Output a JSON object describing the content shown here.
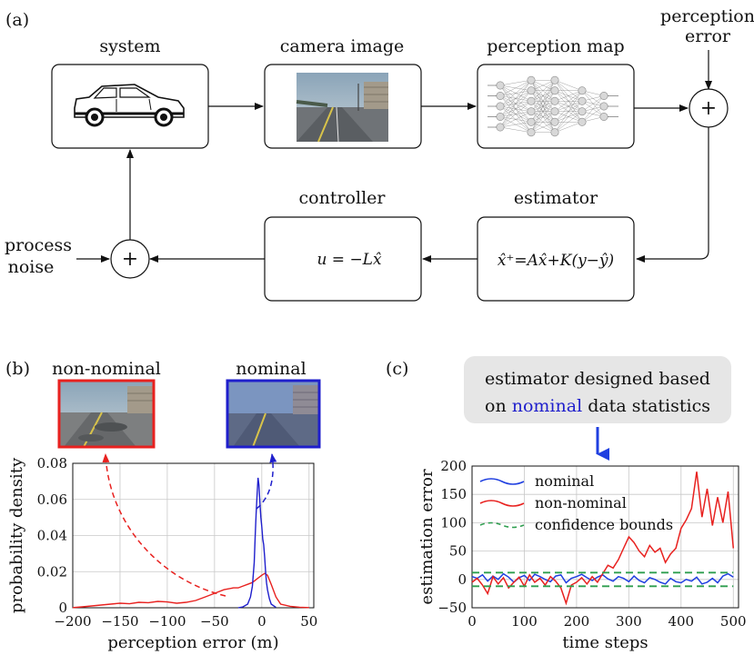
{
  "panel_a": {
    "label": "(a)",
    "system_label": "system",
    "camera_label": "camera image",
    "perception_map_label": "perception map",
    "perception_error_line1": "perception",
    "perception_error_line2": "error",
    "controller_label": "controller",
    "controller_eq": "u = −Lx̂",
    "estimator_label": "estimator",
    "estimator_eq": "x̂⁺=Ax̂+K(y−ŷ)",
    "process_noise_line1": "process",
    "process_noise_line2": "noise",
    "sum_symbol": "+",
    "icons": [
      "car-icon",
      "road-photo-icon",
      "neural-network-icon"
    ]
  },
  "panel_b": {
    "label": "(b)",
    "non_nominal_label": "non-nominal",
    "nominal_label": "nominal",
    "non_nominal_color": "#e8211f",
    "nominal_color": "#1f1fcc"
  },
  "panel_c": {
    "label": "(c)",
    "callout_line1": "estimator designed based",
    "callout_prefix": "on ",
    "callout_highlight": "nominal",
    "callout_suffix": " data statistics",
    "highlight_color": "#1f1fcc"
  },
  "chart_data": [
    {
      "type": "line",
      "xlabel": "perception error (m)",
      "ylabel": "probability density",
      "xlim": [
        -200,
        55
      ],
      "ylim": [
        0,
        0.08
      ],
      "xticks": [
        "−200",
        "−150",
        "−100",
        "−50",
        "0",
        "50"
      ],
      "xtick_values": [
        -200,
        -150,
        -100,
        -50,
        0,
        50
      ],
      "yticks": [
        "0",
        "0.02",
        "0.04",
        "0.06",
        "0.08"
      ],
      "ytick_values": [
        0,
        0.02,
        0.04,
        0.06,
        0.08
      ],
      "grid": true,
      "series": [
        {
          "name": "non-nominal",
          "color": "#e8211f",
          "x": [
            -200,
            -190,
            -180,
            -170,
            -160,
            -150,
            -140,
            -130,
            -120,
            -110,
            -100,
            -90,
            -80,
            -70,
            -60,
            -50,
            -40,
            -30,
            -25,
            -20,
            -15,
            -10,
            -5,
            0,
            3,
            6,
            10,
            15,
            20,
            30,
            40,
            50
          ],
          "y": [
            0.0001,
            0.0005,
            0.001,
            0.0015,
            0.002,
            0.0025,
            0.0022,
            0.003,
            0.0028,
            0.0035,
            0.0032,
            0.0025,
            0.003,
            0.004,
            0.006,
            0.008,
            0.01,
            0.011,
            0.011,
            0.012,
            0.013,
            0.014,
            0.016,
            0.018,
            0.019,
            0.018,
            0.013,
            0.006,
            0.002,
            0.0008,
            0.0003,
            0.0001
          ]
        },
        {
          "name": "nominal",
          "color": "#1f1fcc",
          "x": [
            -25,
            -20,
            -15,
            -12,
            -10,
            -8,
            -7,
            -6,
            -5,
            -4,
            -3,
            -2,
            -1,
            0,
            1,
            2,
            3,
            4,
            5,
            6,
            8,
            10,
            15
          ],
          "y": [
            0,
            0.0005,
            0.002,
            0.006,
            0.012,
            0.025,
            0.04,
            0.052,
            0.062,
            0.072,
            0.068,
            0.058,
            0.05,
            0.045,
            0.038,
            0.035,
            0.028,
            0.02,
            0.014,
            0.01,
            0.005,
            0.002,
            0.0002
          ]
        }
      ]
    },
    {
      "type": "line",
      "xlabel": "time steps",
      "ylabel": "estimation error",
      "xlim": [
        0,
        510
      ],
      "ylim": [
        -50,
        200
      ],
      "xticks": [
        "0",
        "100",
        "200",
        "300",
        "400",
        "500"
      ],
      "xtick_values": [
        0,
        100,
        200,
        300,
        400,
        500
      ],
      "yticks": [
        "−50",
        "0",
        "50",
        "100",
        "150",
        "200"
      ],
      "ytick_values": [
        -50,
        0,
        50,
        100,
        150,
        200
      ],
      "grid": true,
      "legend": "top-left",
      "series": [
        {
          "name": "nominal",
          "color": "#1f3fe0",
          "x": [
            0,
            10,
            20,
            30,
            40,
            50,
            60,
            70,
            80,
            90,
            100,
            110,
            120,
            130,
            140,
            150,
            160,
            170,
            180,
            190,
            200,
            210,
            220,
            230,
            240,
            250,
            260,
            270,
            280,
            290,
            300,
            310,
            320,
            330,
            340,
            350,
            360,
            370,
            380,
            390,
            400,
            410,
            420,
            430,
            440,
            450,
            460,
            470,
            480,
            490,
            500
          ],
          "y": [
            5,
            2,
            8,
            -3,
            6,
            0,
            10,
            4,
            -5,
            3,
            7,
            -2,
            9,
            5,
            0,
            -4,
            6,
            8,
            -6,
            2,
            5,
            9,
            3,
            -2,
            4,
            8,
            1,
            -3,
            5,
            2,
            -4,
            6,
            -2,
            -6,
            3,
            0,
            -5,
            -8,
            2,
            -4,
            -6,
            0,
            -3,
            4,
            -8,
            -5,
            2,
            -6,
            6,
            10,
            4
          ]
        },
        {
          "name": "non-nominal",
          "color": "#e8211f",
          "x": [
            0,
            10,
            20,
            30,
            40,
            50,
            60,
            70,
            80,
            90,
            100,
            110,
            120,
            130,
            140,
            150,
            160,
            170,
            180,
            190,
            200,
            210,
            220,
            230,
            240,
            250,
            260,
            270,
            280,
            290,
            300,
            310,
            320,
            330,
            340,
            350,
            360,
            370,
            380,
            390,
            400,
            410,
            420,
            430,
            440,
            450,
            460,
            470,
            480,
            490,
            500
          ],
          "y": [
            -5,
            2,
            -10,
            -25,
            5,
            -8,
            3,
            -15,
            -5,
            4,
            -12,
            8,
            -5,
            2,
            -10,
            5,
            -3,
            -15,
            -42,
            -10,
            -5,
            3,
            -8,
            5,
            -5,
            10,
            25,
            20,
            35,
            55,
            75,
            65,
            50,
            40,
            60,
            48,
            55,
            30,
            45,
            55,
            90,
            105,
            125,
            190,
            110,
            160,
            95,
            145,
            100,
            155,
            55
          ]
        },
        {
          "name": "confidence bounds",
          "color": "#2e9e4f",
          "dashed": true,
          "x": [
            0,
            500
          ],
          "upper": 12,
          "lower": -12
        }
      ]
    }
  ]
}
